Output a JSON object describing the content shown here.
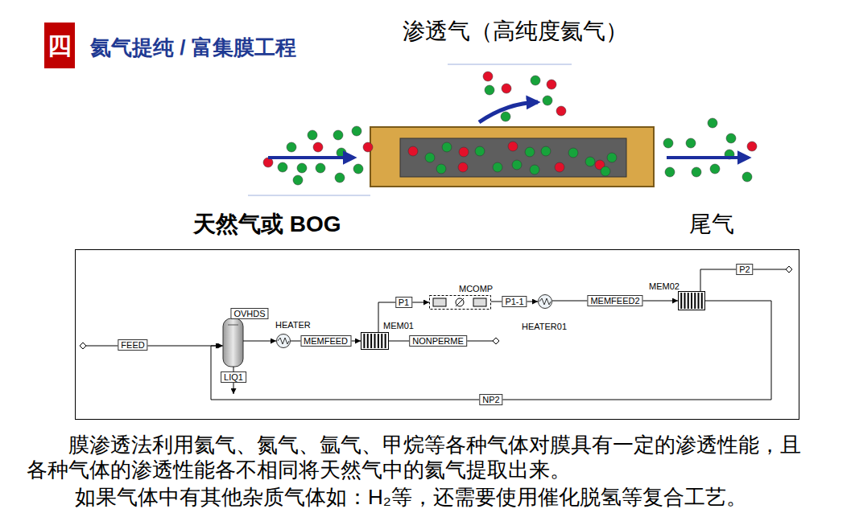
{
  "diagram": {
    "title": "氦气提纯 / 富集膜工程",
    "nodes": [
      {
        "text": [
          "四"
        ]
      },
      {
        "text": [
          "HEATER"
        ]
      },
      {
        "text": [
          "MEM01"
        ]
      },
      {
        "text": [
          "MCOMP"
        ]
      },
      {
        "text": [
          "HEATER01"
        ]
      },
      {
        "text": [
          "MEM02"
        ]
      }
    ],
    "edges": [
      {
        "from": 1,
        "to": 2,
        "label": "MEMFEED",
        "arrow": "to"
      },
      {
        "from": 2,
        "to": 3,
        "label": "P1",
        "arrow": "to"
      },
      {
        "from": 3,
        "to": 4,
        "label": "P1-1",
        "arrow": "to"
      },
      {
        "from": 4,
        "to": 5,
        "label": "MEMFEED2",
        "arrow": "to"
      }
    ],
    "labels": [
      "渗透气（高纯度氦气）",
      "天然气或 BOG",
      "尾气",
      "FEED",
      "OVHDS",
      "LIQ1",
      "NONPERME",
      "P2",
      "NP2",
      "膜渗透法利用氦气、氮气、氩气、甲烷等各种气体对膜具有一定的渗透性能，且各种气体的渗透性能各不相同将天然气中的氦气提取出来。",
      "如果气体中有其他杂质气体如：H₂等，还需要使用催化脱氢等复合工艺。"
    ]
  }
}
